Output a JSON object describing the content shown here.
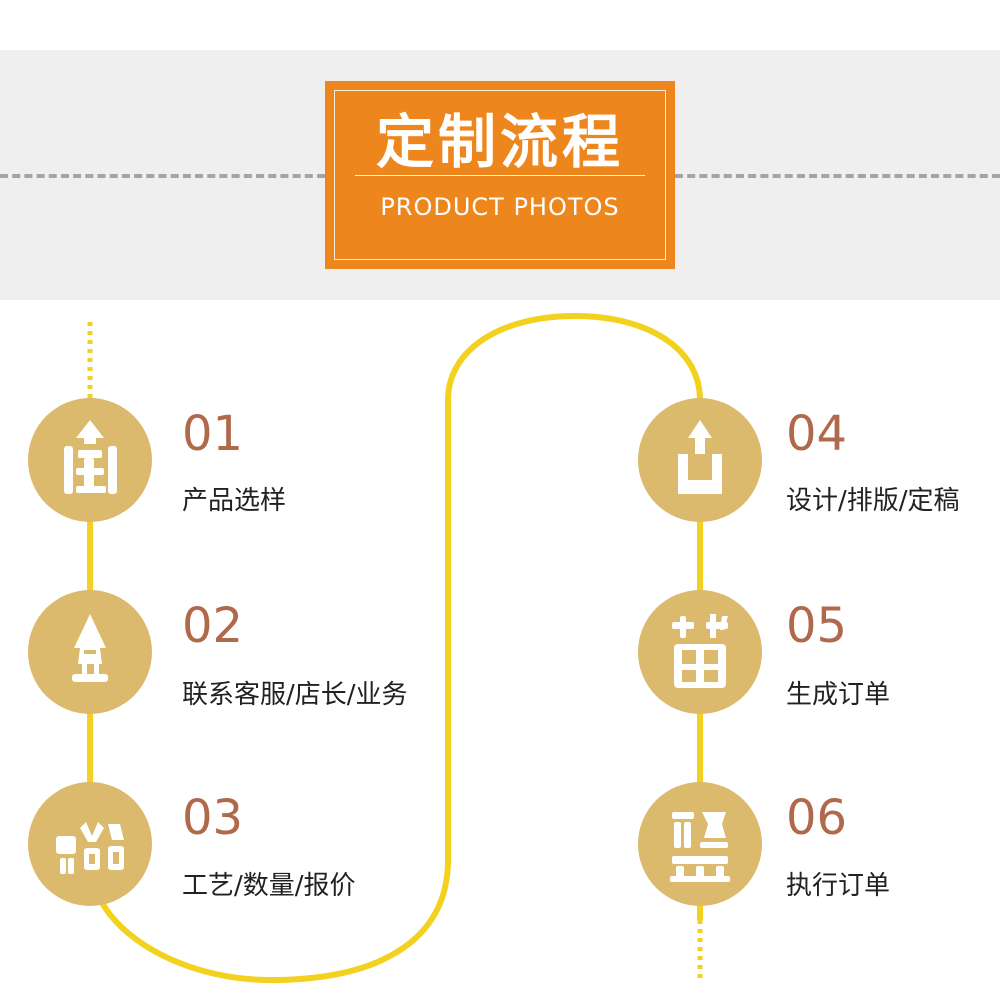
{
  "header": {
    "title_cn": "定制流程",
    "title_en": "PRODUCT PHOTOS"
  },
  "colors": {
    "banner_bg": "#efefef",
    "title_box": "#ee861e",
    "path_yellow": "#f2d21f",
    "circle_fill": "#dbb96d",
    "number_color": "#b0694b"
  },
  "steps": [
    {
      "num": "01",
      "label": "产品选样",
      "icon": "ancient-glyph-wei-icon"
    },
    {
      "num": "02",
      "label": "联系客服/店长/业务",
      "icon": "ancient-glyph-pot-icon"
    },
    {
      "num": "03",
      "label": "工艺/数量/报价",
      "icon": "ancient-glyph-lian-icon"
    },
    {
      "num": "04",
      "label": "设计/排版/定稿",
      "icon": "ancient-glyph-tai-icon"
    },
    {
      "num": "05",
      "label": "生成订单",
      "icon": "ancient-glyph-miao-icon"
    },
    {
      "num": "06",
      "label": "执行订单",
      "icon": "ancient-glyph-pan-icon"
    }
  ]
}
